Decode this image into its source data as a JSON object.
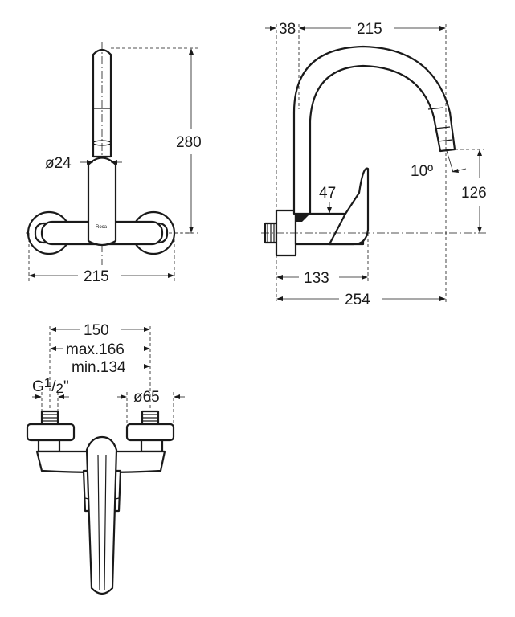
{
  "front_view": {
    "height": "280",
    "pipe_diameter": "ø24",
    "width": "215",
    "logo": "Roca"
  },
  "side_view": {
    "wall_offset": "38",
    "spout_reach_top": "215",
    "spout_angle": "10º",
    "handle_height": "47",
    "outlet_height": "126",
    "body_depth": "133",
    "total_depth": "254"
  },
  "top_view": {
    "center_distance": "150",
    "max_distance": "max.166",
    "min_distance": "min.134",
    "thread_label_main": "G",
    "thread_label_sup": "1",
    "thread_label_slash": "/",
    "thread_label_sub": "2",
    "thread_label_quote": "\"",
    "flange_diameter": "ø65"
  }
}
